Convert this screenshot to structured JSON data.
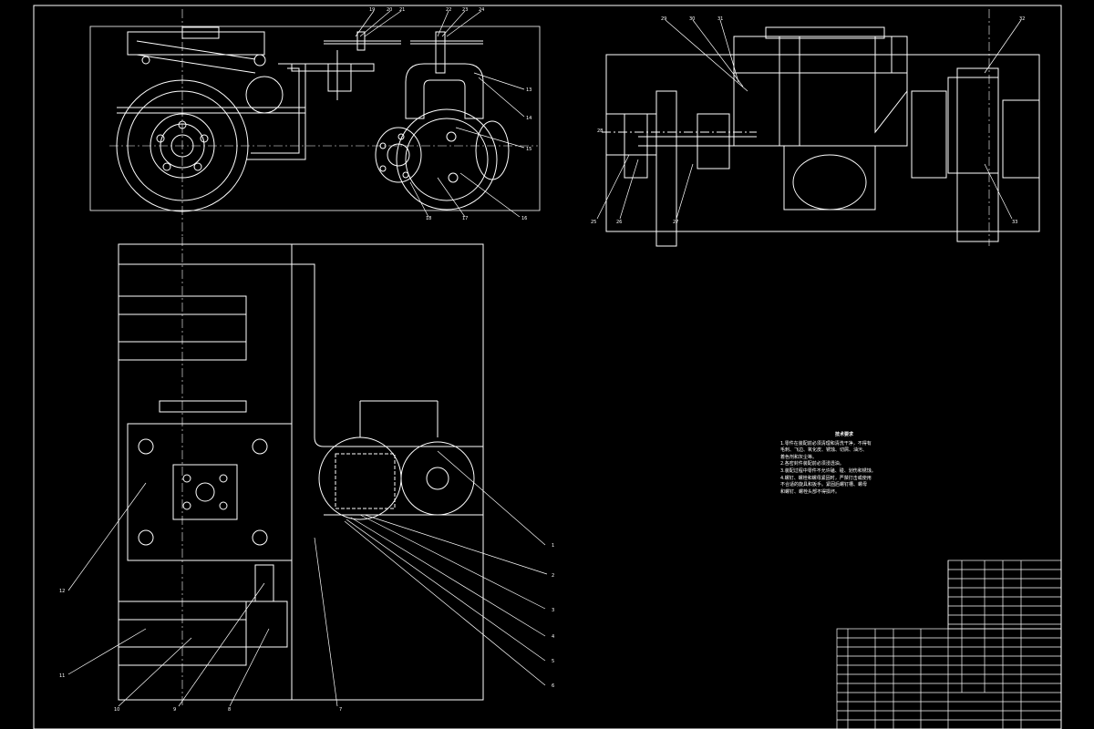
{
  "drawing": {
    "background": "#000000",
    "line_color": "#ffffff"
  },
  "leaders_bottom": [
    "1",
    "2",
    "3",
    "4",
    "5",
    "6",
    "7",
    "8",
    "9",
    "10",
    "11",
    "12"
  ],
  "leaders_top_left": [
    "19",
    "20",
    "21",
    "22",
    "23",
    "24",
    "13",
    "14",
    "15",
    "16",
    "17",
    "18"
  ],
  "leaders_top_right": [
    "29",
    "30",
    "31",
    "32",
    "33",
    "25",
    "26",
    "27",
    "28"
  ],
  "tech_notes": {
    "title": "技术要求",
    "lines": [
      "1.零件在装配前必须清理和清洗干净，不得有",
      "  毛刺、飞边、氧化皮、锈蚀、切屑、油污、",
      "  着色剂和灰尘等。",
      "2.各密封件装配前必须浸透油。",
      "3.装配过程中零件不允许磕、碰、划伤和锈蚀。",
      "4.螺钉、螺栓和螺母紧固时，严禁打击或使用",
      "  不合适的旋具和扳手。紧固后螺钉槽、螺母",
      "  和螺钉、螺栓头部不得损坏。"
    ]
  }
}
